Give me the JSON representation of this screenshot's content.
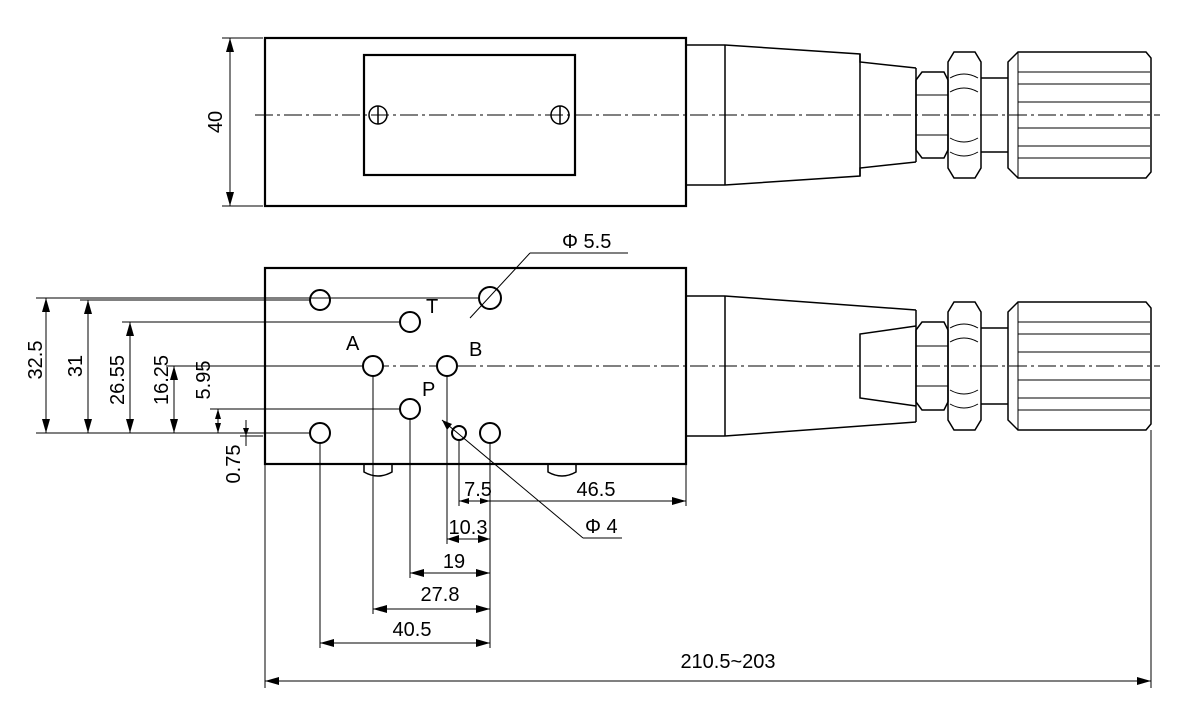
{
  "drawing": {
    "dimensions": {
      "height_top_view": "40",
      "dim_32_5": "32.5",
      "dim_31": "31",
      "dim_26_55": "26.55",
      "dim_16_25": "16.25",
      "dim_5_95": "5.95",
      "dim_0_75": "0.75",
      "dim_7_5": "7.5",
      "dim_46_5": "46.5",
      "dim_10_3": "10.3",
      "dim_19": "19",
      "dim_27_8": "27.8",
      "dim_40_5": "40.5",
      "overall_length": "210.5~203"
    },
    "callouts": {
      "large_hole_dia": "Φ 5.5",
      "small_hole_dia": "Φ 4"
    },
    "port_labels": {
      "port_t": "T",
      "port_a": "A",
      "port_b": "B",
      "port_p": "P"
    }
  }
}
